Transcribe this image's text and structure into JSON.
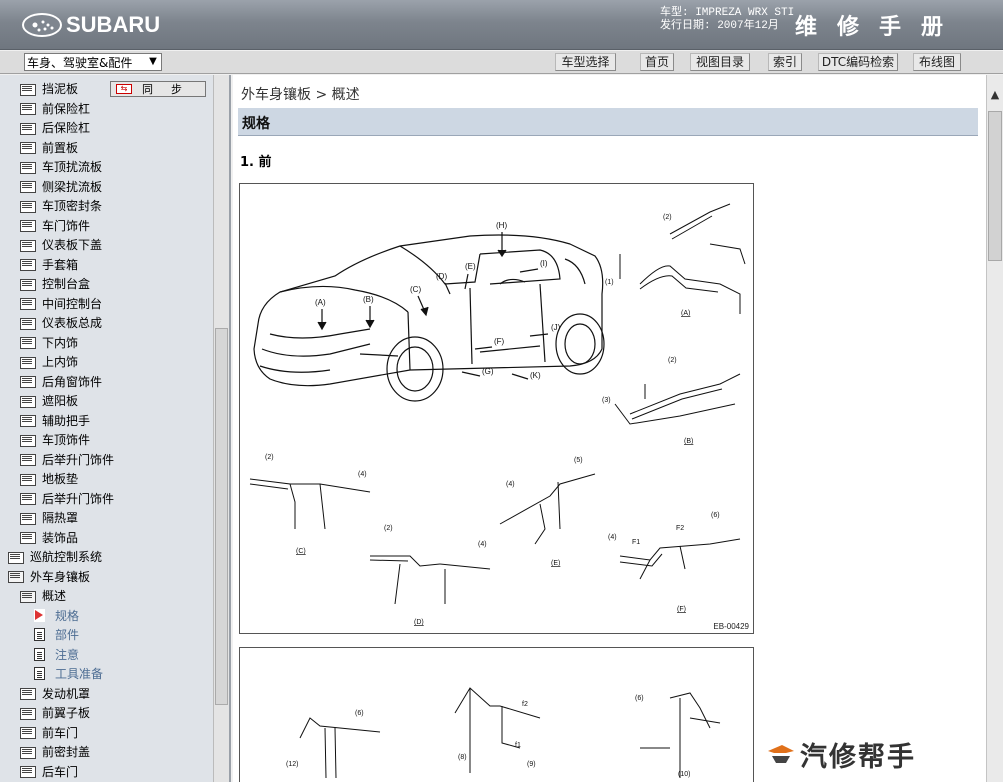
{
  "header": {
    "brand": "SUBARU",
    "car_model_label": "车型: IMPREZA WRX STI",
    "release_date_label": "发行日期: 2007年12月",
    "manual_title": "维修手册"
  },
  "toolbar": {
    "section_select": "车身、驾驶室&配件",
    "buttons": [
      "车型选择",
      "首页",
      "视图目录",
      "索引",
      "DTC编码检索",
      "布线图"
    ]
  },
  "sidebar": {
    "sync_label": "同步",
    "items": [
      {
        "label": "挡泥板",
        "type": "folder"
      },
      {
        "label": "前保险杠",
        "type": "folder"
      },
      {
        "label": "后保险杠",
        "type": "folder"
      },
      {
        "label": "前置板",
        "type": "folder"
      },
      {
        "label": "车顶扰流板",
        "type": "folder"
      },
      {
        "label": "侧梁扰流板",
        "type": "folder"
      },
      {
        "label": "车顶密封条",
        "type": "folder"
      },
      {
        "label": "车门饰件",
        "type": "folder"
      },
      {
        "label": "仪表板下盖",
        "type": "folder"
      },
      {
        "label": "手套箱",
        "type": "folder"
      },
      {
        "label": "控制台盒",
        "type": "folder"
      },
      {
        "label": "中间控制台",
        "type": "folder"
      },
      {
        "label": "仪表板总成",
        "type": "folder"
      },
      {
        "label": "下内饰",
        "type": "folder"
      },
      {
        "label": "上内饰",
        "type": "folder"
      },
      {
        "label": "后角窗饰件",
        "type": "folder"
      },
      {
        "label": "遮阳板",
        "type": "folder"
      },
      {
        "label": "辅助把手",
        "type": "folder"
      },
      {
        "label": "车顶饰件",
        "type": "folder"
      },
      {
        "label": "后举升门饰件",
        "type": "folder"
      },
      {
        "label": "地板垫",
        "type": "folder"
      },
      {
        "label": "后举升门饰件",
        "type": "folder"
      },
      {
        "label": "隔热罩",
        "type": "folder"
      },
      {
        "label": "装饰品",
        "type": "folder"
      },
      {
        "label": "巡航控制系统",
        "type": "folder",
        "level": 0
      },
      {
        "label": "外车身镶板",
        "type": "folder-open",
        "level": 0
      },
      {
        "label": "概述",
        "type": "folder-open"
      },
      {
        "label": "规格",
        "type": "doc-active",
        "level": 2
      },
      {
        "label": "部件",
        "type": "doc",
        "level": 2
      },
      {
        "label": "注意",
        "type": "doc",
        "level": 2
      },
      {
        "label": "工具准备",
        "type": "doc",
        "level": 2
      },
      {
        "label": "发动机罩",
        "type": "folder"
      },
      {
        "label": "前翼子板",
        "type": "folder"
      },
      {
        "label": "前车门",
        "type": "folder"
      },
      {
        "label": "前密封盖",
        "type": "folder"
      },
      {
        "label": "后车门",
        "type": "folder"
      }
    ]
  },
  "content": {
    "breadcrumb": "外车身镶板 > 概述",
    "section_title": "规格",
    "subsection": "1. 前",
    "figure1": {
      "code": "EB-00429",
      "callouts": [
        "(A)",
        "(B)",
        "(C)",
        "(D)",
        "(E)",
        "(F)",
        "(G)",
        "(H)",
        "(I)",
        "(J)",
        "(K)"
      ],
      "detail_labels": [
        "(A)",
        "(B)",
        "(C)",
        "(D)",
        "(E)",
        "(F)"
      ],
      "numbers": [
        "(1)",
        "(2)",
        "(3)",
        "(4)",
        "(5)",
        "(6)",
        "F1",
        "F2"
      ]
    },
    "figure2": {
      "numbers": [
        "(6)",
        "(8)",
        "(9)",
        "(10)",
        "(12)",
        "f1",
        "f2"
      ]
    }
  },
  "watermark": "汽修帮手"
}
